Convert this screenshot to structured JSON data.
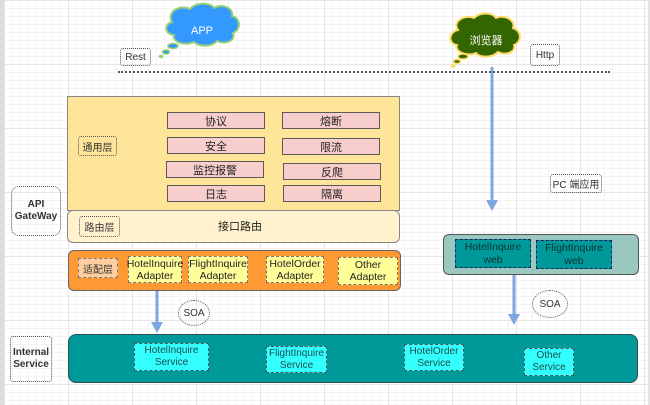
{
  "clients": {
    "app": {
      "label": "APP",
      "fill": "#3399ff",
      "stroke": "#97d077"
    },
    "browser": {
      "label": "浏览器",
      "fill": "#336600",
      "stroke": "#ffd966"
    },
    "rest_label": "Rest",
    "http_label": "Http"
  },
  "gateway": {
    "side_label_line1": "API",
    "side_label_line2": "GateWay",
    "common_layer": {
      "label": "通用层",
      "items_left": [
        "协议",
        "安全",
        "监控报警",
        "日志"
      ],
      "items_right": [
        "熔断",
        "限流",
        "反爬",
        "隔离"
      ]
    },
    "routing_layer": {
      "label": "路由层",
      "content": "接口路由"
    },
    "adapter_layer": {
      "label": "适配层",
      "adapters": [
        {
          "line1": "HotelInquire",
          "line2": "Adapter"
        },
        {
          "line1": "FlightInquire",
          "line2": "Adapter"
        },
        {
          "line1": "HotelOrder",
          "line2": "Adapter"
        },
        {
          "line1": "Other",
          "line2": "Adapter"
        }
      ]
    }
  },
  "pc_app": {
    "label": "PC 端应用",
    "webs": [
      {
        "line1": "HotelInquire",
        "line2": "web"
      },
      {
        "line1": "FlightInquire",
        "line2": "web"
      }
    ]
  },
  "soa_labels": [
    "SOA",
    "SOA"
  ],
  "internal": {
    "side_label_line1": "Internal",
    "side_label_line2": "Service",
    "services": [
      {
        "line1": "HotelInquire",
        "line2": "Service"
      },
      {
        "line1": "FlightInquire",
        "line2": "Service"
      },
      {
        "line1": "HotelOrder",
        "line2": "Service"
      },
      {
        "line1": "Other",
        "line2": "Service"
      }
    ]
  },
  "colors": {
    "common_layer": "#ffe599",
    "routing_layer": "#fff2cc",
    "adapter_layer": "#ff9933",
    "internal_layer": "#009999",
    "pc_container": "#9ac7bf",
    "arrow": "#7ea6e0"
  }
}
